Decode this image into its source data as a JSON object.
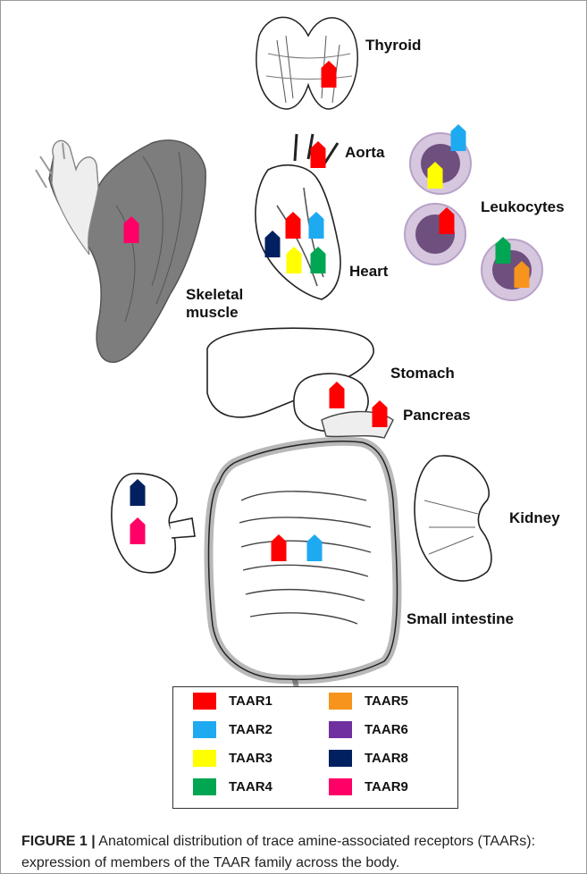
{
  "labels": {
    "thyroid": "Thyroid",
    "aorta": "Aorta",
    "leukocytes": "Leukocytes",
    "heart": "Heart",
    "skeletal_muscle_1": "Skeletal",
    "skeletal_muscle_2": "muscle",
    "stomach": "Stomach",
    "pancreas": "Pancreas",
    "kidney": "Kidney",
    "small_intestine": "Small intestine"
  },
  "receptor_colors": {
    "TAAR1": "#ff0000",
    "TAAR2": "#1eaaf1",
    "TAAR3": "#ffff00",
    "TAAR4": "#00a651",
    "TAAR5": "#f7941d",
    "TAAR6": "#7030a0",
    "TAAR8": "#002060",
    "TAAR9": "#ff0066"
  },
  "legend": [
    {
      "name": "TAAR1",
      "color": "#ff0000"
    },
    {
      "name": "TAAR5",
      "color": "#f7941d"
    },
    {
      "name": "TAAR2",
      "color": "#1eaaf1"
    },
    {
      "name": "TAAR6",
      "color": "#7030a0"
    },
    {
      "name": "TAAR3",
      "color": "#ffff00"
    },
    {
      "name": "TAAR8",
      "color": "#002060"
    },
    {
      "name": "TAAR4",
      "color": "#00a651"
    },
    {
      "name": "TAAR9",
      "color": "#ff0066"
    }
  ],
  "markers": {
    "thyroid": [
      "TAAR1"
    ],
    "aorta": [
      "TAAR1"
    ],
    "heart": [
      "TAAR1",
      "TAAR2",
      "TAAR8",
      "TAAR3",
      "TAAR4"
    ],
    "leukocytes": [
      "TAAR2",
      "TAAR3",
      "TAAR1",
      "TAAR4",
      "TAAR5"
    ],
    "skeletal_muscle": [
      "TAAR9"
    ],
    "stomach": [
      "TAAR1"
    ],
    "pancreas": [
      "TAAR1"
    ],
    "kidney": [
      "TAAR8",
      "TAAR9"
    ],
    "small_intestine": [
      "TAAR1",
      "TAAR2"
    ]
  },
  "caption": {
    "prefix": "FIGURE 1 |",
    "text": " Anatomical distribution of trace amine-associated receptors (TAARs): expression of members of the TAAR family across the body."
  }
}
